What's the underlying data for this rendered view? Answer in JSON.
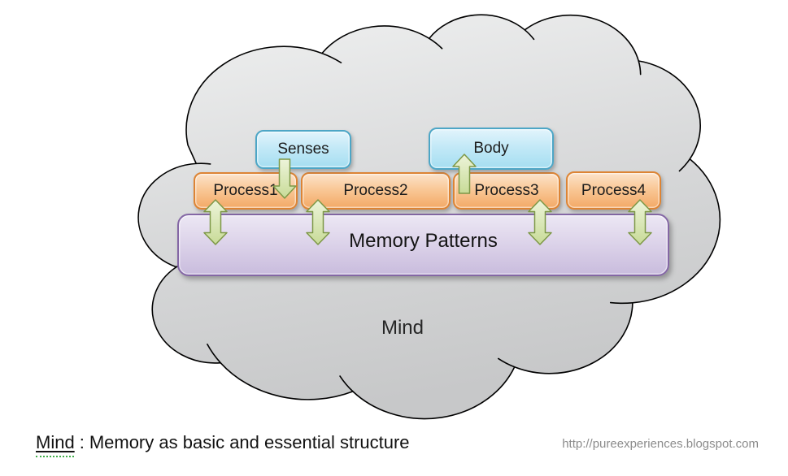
{
  "diagram": {
    "cloud_label": "Mind",
    "memory_label": "Memory Patterns",
    "senses_label": "Senses",
    "body_label": "Body",
    "processes": [
      "Process1",
      "Process2",
      "Process3",
      "Process4"
    ],
    "arrows": {
      "senses_to_process1": "down",
      "process3_to_body": "up",
      "process_memory_links": "bidirectional"
    },
    "colors": {
      "io_box_fill": "#bfe7f5",
      "io_box_border": "#4da6c6",
      "process_box_fill": "#f8c08a",
      "process_box_border": "#dd8434",
      "memory_box_fill": "#d9cfe9",
      "memory_box_border": "#8467a5",
      "arrow_fill": "#d9e7ae",
      "arrow_border": "#7d9847",
      "cloud_fill": "#d9dadb",
      "cloud_border": "#000000"
    }
  },
  "caption": {
    "term": "Mind",
    "colon": ":",
    "text": "Memory as basic and essential structure"
  },
  "footer_url": "http://pureexperiences.blogspot.com"
}
